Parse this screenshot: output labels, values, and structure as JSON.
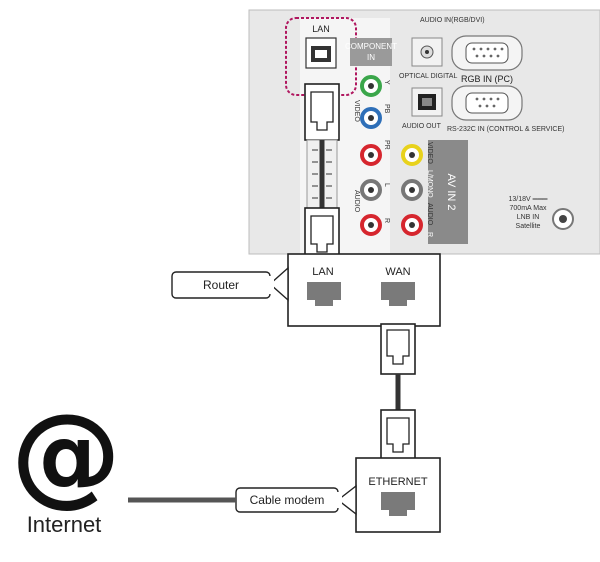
{
  "tv_panel": {
    "lan_label": "LAN",
    "audio_in_label": "AUDIO IN(RGB/DVI)",
    "component_in_label_1": "COMPONENT",
    "component_in_label_2": "IN",
    "optical_label": "OPTICAL DIGITAL",
    "audio_out_label": "AUDIO OUT",
    "rgb_label": "RGB IN (PC)",
    "rs232_label": "RS-232C IN (CONTROL & SERVICE)",
    "video_label": "VIDEO",
    "audio_label": "AUDIO",
    "y_label": "Y",
    "pb_label": "PB",
    "pr_label": "PR",
    "l_label": "L",
    "r_label": "R",
    "av_video_label": "VIDEO",
    "av_mono_label": "L/MONO",
    "av_audio_label": "AUDIO",
    "av_r_label": "R",
    "av_in_label": "AV IN 2",
    "sat_line1": "13/18V ═══",
    "sat_line2": "700mA Max",
    "sat_line3": "LNB IN",
    "sat_line4": "Satellite"
  },
  "router": {
    "name": "Router",
    "lan_port": "LAN",
    "wan_port": "WAN"
  },
  "modem": {
    "name": "Cable modem",
    "port": "ETHERNET"
  },
  "internet": {
    "symbol": "@",
    "label": "Internet"
  },
  "colors": {
    "panel": "#e6e6e6",
    "port_dark": "#777777",
    "highlight": "#b0175f",
    "green": "#3aa64a",
    "blue": "#2e6fb8",
    "red": "#d6262e",
    "yellow": "#e8d21c"
  }
}
